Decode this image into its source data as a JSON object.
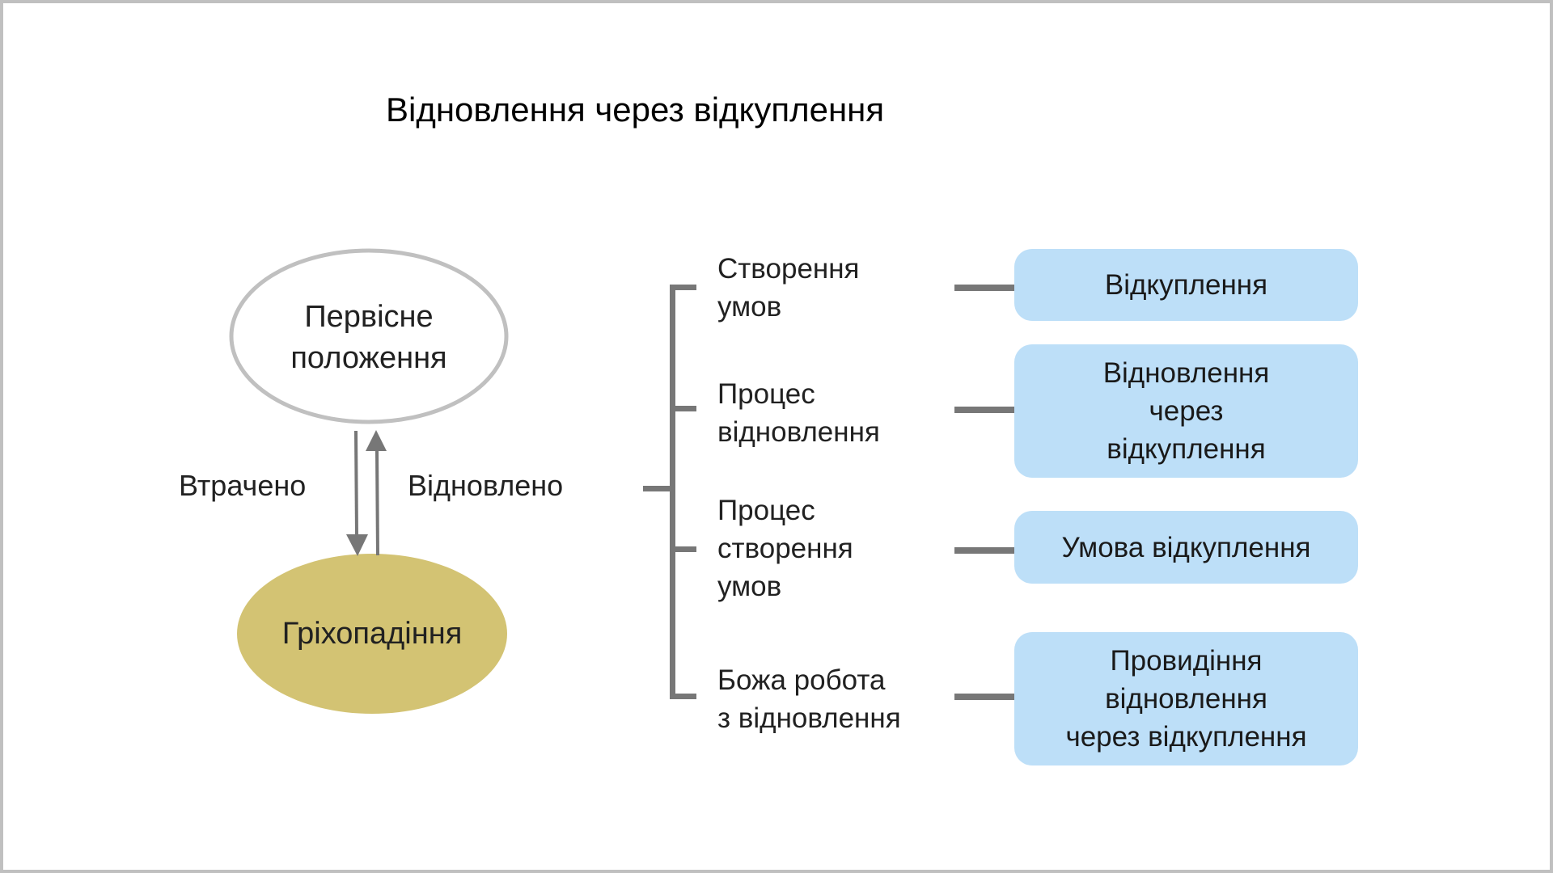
{
  "title": "Відновлення через відкуплення",
  "colors": {
    "frame_border": "#c0c0c0",
    "ellipse_outline": "#c0c0c0",
    "fall_fill": "#d3c373",
    "connector": "#777777",
    "box_fill": "#bddff8",
    "text": "#212121"
  },
  "left_cycle": {
    "top_node": {
      "lines": [
        "Первісне",
        "положення"
      ]
    },
    "bottom_node": {
      "label": "Гріхопадіння"
    },
    "down_arrow_label": "Втрачено",
    "up_arrow_label": "Відновлено"
  },
  "branches": [
    {
      "label_lines": [
        "Створення",
        "умов"
      ],
      "box_lines": [
        "Відкуплення"
      ]
    },
    {
      "label_lines": [
        "Процес",
        "відновлення"
      ],
      "box_lines": [
        "Відновлення",
        "через",
        "відкуплення"
      ]
    },
    {
      "label_lines": [
        "Процес",
        "створення",
        "умов"
      ],
      "box_lines": [
        "Умова відкуплення"
      ]
    },
    {
      "label_lines": [
        "Божа робота",
        "з відновлення"
      ],
      "box_lines": [
        "Провидіння",
        "відновлення",
        "через відкуплення"
      ]
    }
  ]
}
